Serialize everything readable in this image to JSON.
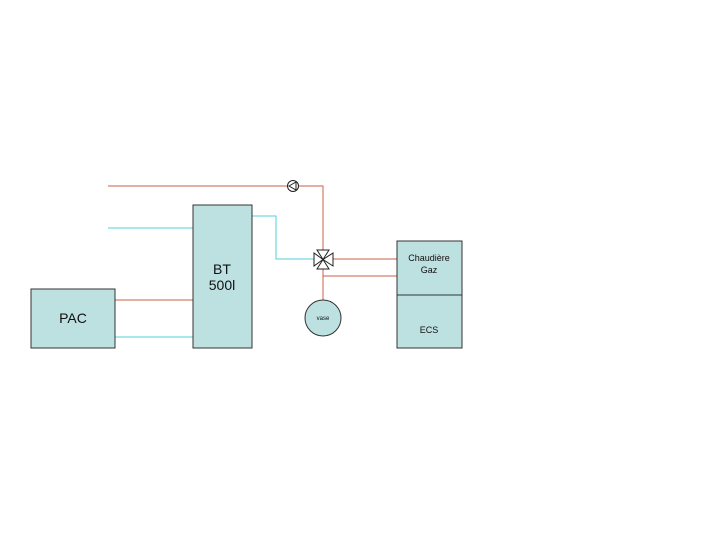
{
  "components": {
    "pac": {
      "label": "PAC"
    },
    "buffer_tank": {
      "line1": "BT",
      "line2": "500l"
    },
    "boiler": {
      "line1": "Chaudière",
      "line2": "Gaz"
    },
    "dhw": {
      "label": "ECS"
    },
    "expansion_vessel": {
      "label": "vase"
    }
  },
  "colors": {
    "box_fill": "#bde0e0",
    "box_stroke": "#333333",
    "hot_pipe": "#c9604a",
    "cold_pipe": "#4fd0d8"
  },
  "icons": [
    "pump-icon",
    "three-way-valve-icon"
  ]
}
